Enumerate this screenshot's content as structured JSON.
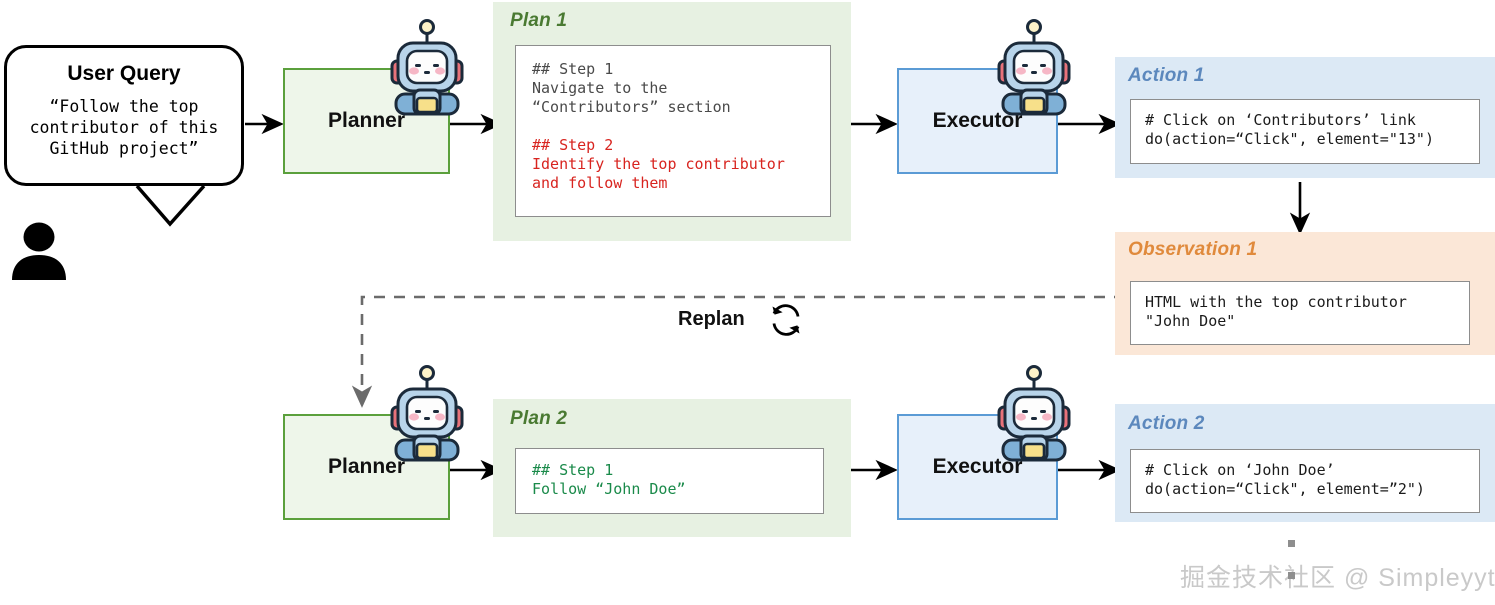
{
  "user_query": {
    "title": "User Query",
    "text": "“Follow the top\ncontributor of this\nGitHub project”",
    "avatar_icon": "person-icon"
  },
  "agents": {
    "planner_label": "Planner",
    "executor_label": "Executor",
    "robot_icon": "robot-icon"
  },
  "replan": {
    "label": "Replan",
    "icon": "refresh-circular-arrow-icon"
  },
  "plan1": {
    "title": "Plan 1",
    "step1_heading": "## Step 1",
    "step1_body": "Navigate to the\n“Contributors” section",
    "step2_heading": "## Step 2",
    "step2_body": "Identify the top contributor\nand follow them"
  },
  "plan2": {
    "title": "Plan 2",
    "step1_heading": "## Step 1",
    "step1_body": "Follow “John Doe”"
  },
  "action1": {
    "title": "Action 1",
    "comment": "# Click on ‘Contributors’ link",
    "call": "do(action=“Click\", element=\"13\")"
  },
  "observation1": {
    "title": "Observation 1",
    "text": "HTML with the top contributor\n\"John Doe\""
  },
  "action2": {
    "title": "Action 2",
    "comment": "# Click on ‘John Doe’",
    "call": "do(action=“Click\", element=”2\")"
  },
  "watermark": {
    "text": "掘金技术社区 @ Simpleyyt"
  },
  "colors": {
    "plan_panel": "#e7f1e2",
    "action_panel": "#dce9f5",
    "observation_panel": "#fbe7d7",
    "plan_title": "#4a7a32",
    "action_title": "#5c88bd",
    "observation_title": "#e08a3c",
    "planner_border": "#5ba03c",
    "executor_border": "#5b9bd5",
    "step_red": "#d8241f",
    "step_green": "#1a8a4a",
    "arrow": "#000000"
  }
}
